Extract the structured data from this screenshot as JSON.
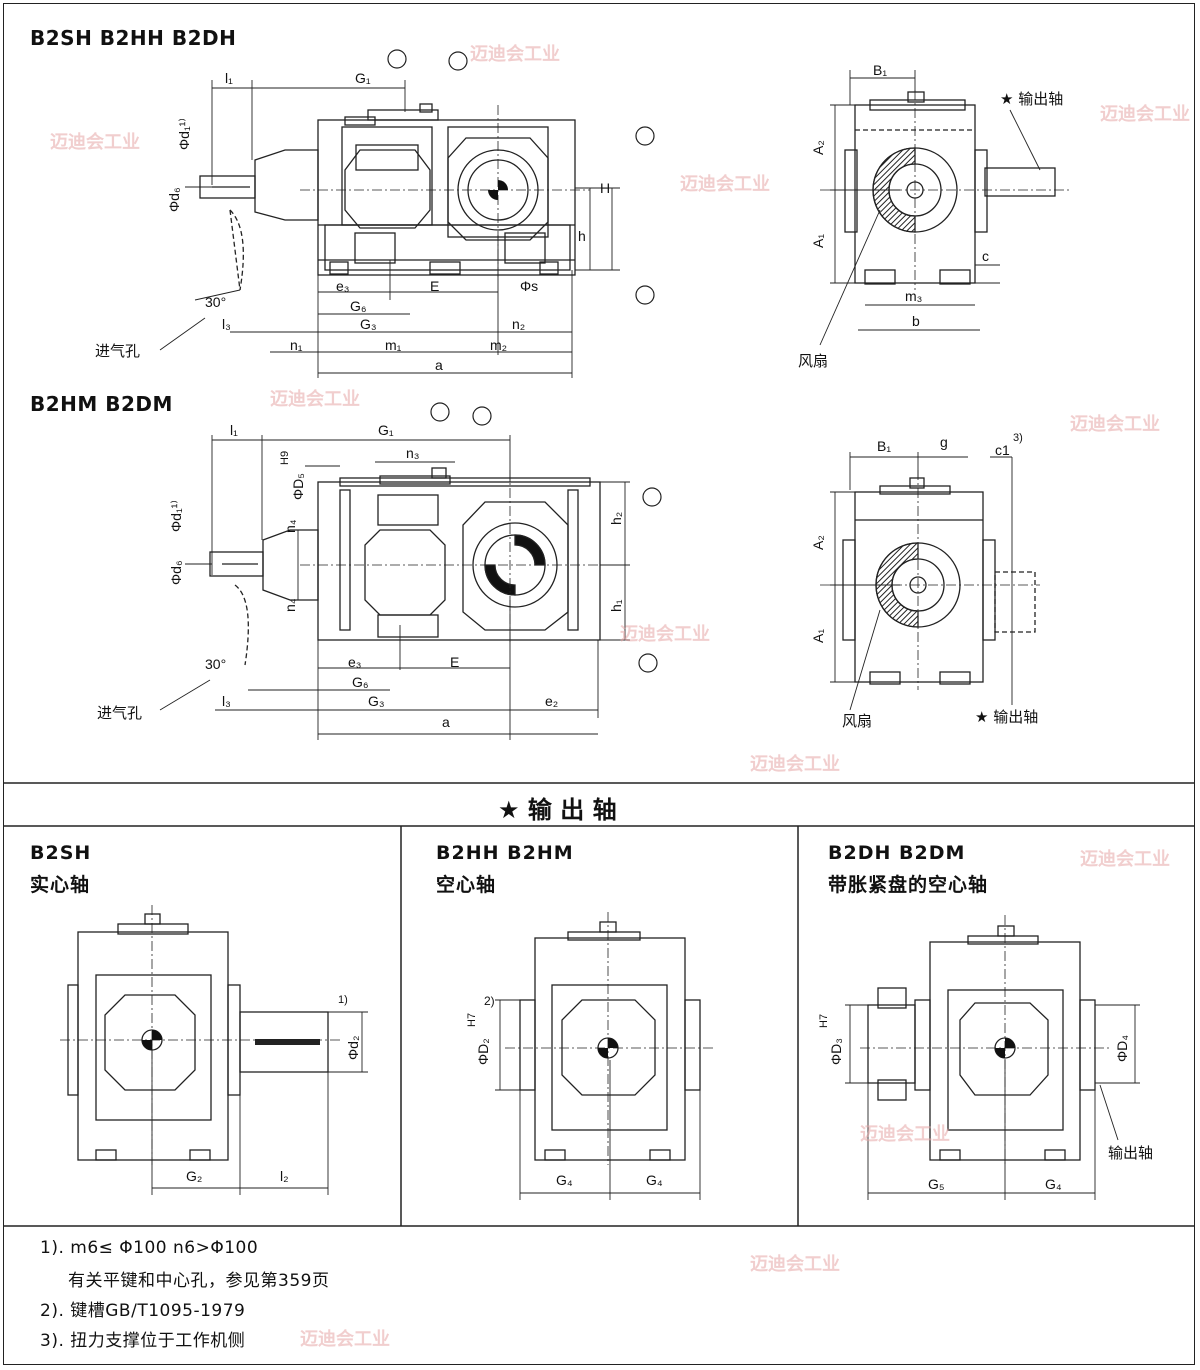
{
  "top_section": {
    "title": "B2SH  B2HH  B2DH",
    "labels": {
      "l1": "l₁",
      "G1": "G₁",
      "d1": "Φd₁¹⁾",
      "d6": "Φd₆",
      "H": "H",
      "h": "h",
      "e3": "e₃",
      "E": "E",
      "s": "Φs",
      "G6": "G₆",
      "G3": "G₃",
      "l3": "l₃",
      "n2": "n₂",
      "n1": "n₁",
      "m1": "m₁",
      "m2": "m₂",
      "a": "a",
      "angle": "30°",
      "air_inlet": "进气孔",
      "B1": "B₁",
      "A2": "A₂",
      "A1": "A₁",
      "c": "c",
      "m3": "m₃",
      "b": "b",
      "output_shaft": "★ 输出轴",
      "fan": "风扇"
    }
  },
  "middle_section": {
    "title": "B2HM  B2DM",
    "labels": {
      "l1": "l₁",
      "G1": "G₁",
      "D5": "ΦD₅",
      "H9": "H9",
      "n3": "n₃",
      "d1": "Φd₁¹⁾",
      "d6": "Φd₆",
      "n4a": "n₄",
      "n4b": "n₄",
      "h2": "h₂",
      "h1": "h₁",
      "e3": "e₃",
      "E": "E",
      "G6": "G₆",
      "l3": "l₃",
      "G3": "G₃",
      "e2": "e₂",
      "a": "a",
      "angle": "30°",
      "air_inlet": "进气孔",
      "B1": "B₁",
      "g": "g",
      "c1": "c1",
      "c1_note": "3)",
      "A2": "A₂",
      "A1": "A₁",
      "fan": "风扇",
      "output_shaft": "★ 输出轴"
    }
  },
  "output_section": {
    "heading": "★   输   出   轴",
    "panels": [
      {
        "title": "B2SH",
        "subtitle": "实心轴",
        "labels": {
          "d2": "Φd₂",
          "note": "1)",
          "G2": "G₂",
          "l2": "l₂"
        }
      },
      {
        "title": "B2HH  B2HM",
        "subtitle": "空心轴",
        "labels": {
          "D2": "ΦD₂",
          "H7": "H7",
          "note": "2)",
          "G4a": "G₄",
          "G4b": "G₄"
        }
      },
      {
        "title": "B2DH  B2DM",
        "subtitle": "带胀紧盘的空心轴",
        "labels": {
          "D3": "ΦD₃",
          "H7": "H7",
          "D4": "ΦD₄",
          "G5": "G₅",
          "G4": "G₄",
          "output_shaft": "输出轴"
        }
      }
    ]
  },
  "notes": [
    "1). m6≤ Φ100  n6>Φ100",
    "有关平键和中心孔，参见第359页",
    "2). 键槽GB/T1095-1979",
    "3). 扭力支撑位于工作机侧"
  ],
  "watermark": {
    "text": "迈迪会工业",
    "color": "#e7a7a7"
  }
}
